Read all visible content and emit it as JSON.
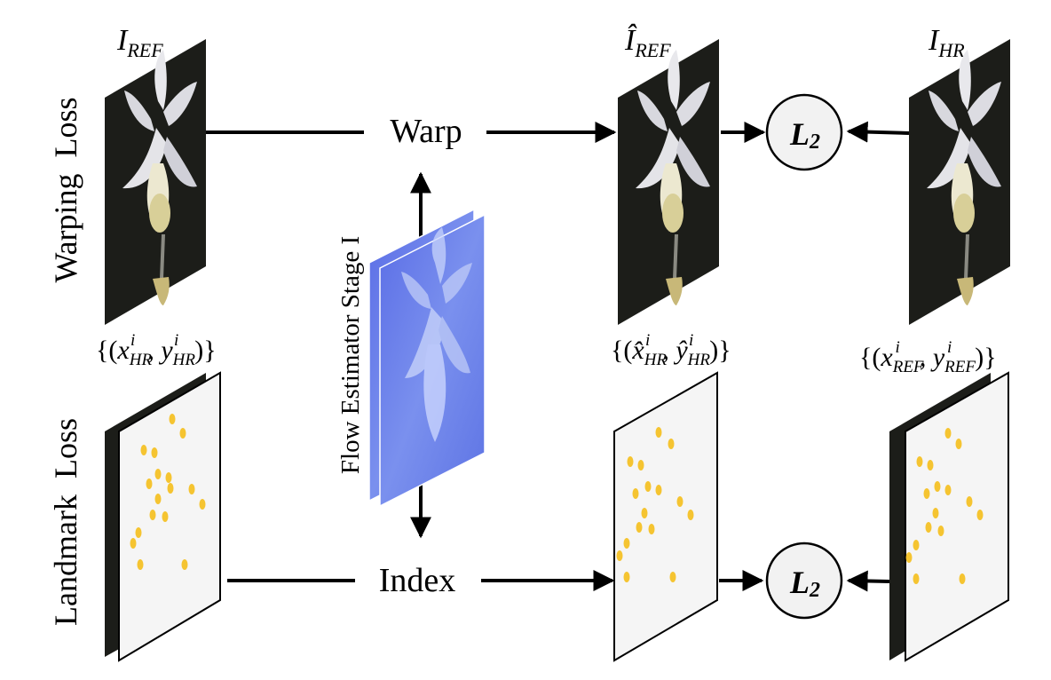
{
  "rows": {
    "warping": {
      "label": "Warping  Loss"
    },
    "landmark": {
      "label": "Landmark  Loss"
    }
  },
  "images": {
    "ref": {
      "sym": "I",
      "sub": "REF"
    },
    "ref_hat": {
      "sym": "Î",
      "sub": "REF"
    },
    "hr": {
      "sym": "I",
      "sub": "HR"
    }
  },
  "ops": {
    "warp": "Warp",
    "index": "Index",
    "l2_sym": "L",
    "l2_sub": "2"
  },
  "flow": {
    "label": "Flow Estimator Stage I"
  },
  "landmark_sets": {
    "hr": {
      "x": "x",
      "y": "y",
      "sup": "i",
      "sub": "HR"
    },
    "hr_hat": {
      "x": "x̂",
      "y": "ŷ",
      "sup": "i",
      "sub": "HR"
    },
    "ref": {
      "x": "x",
      "y": "y",
      "sup": "i",
      "sub": "REF"
    }
  },
  "colors": {
    "line": "#000000",
    "landmark_dot": "#f5c431",
    "flow_blue": "#6b7fe8",
    "photo_bg": "#1c1d19",
    "sheet_bg": "#f5f5f5",
    "l2_fill": "#f2f2f2"
  }
}
